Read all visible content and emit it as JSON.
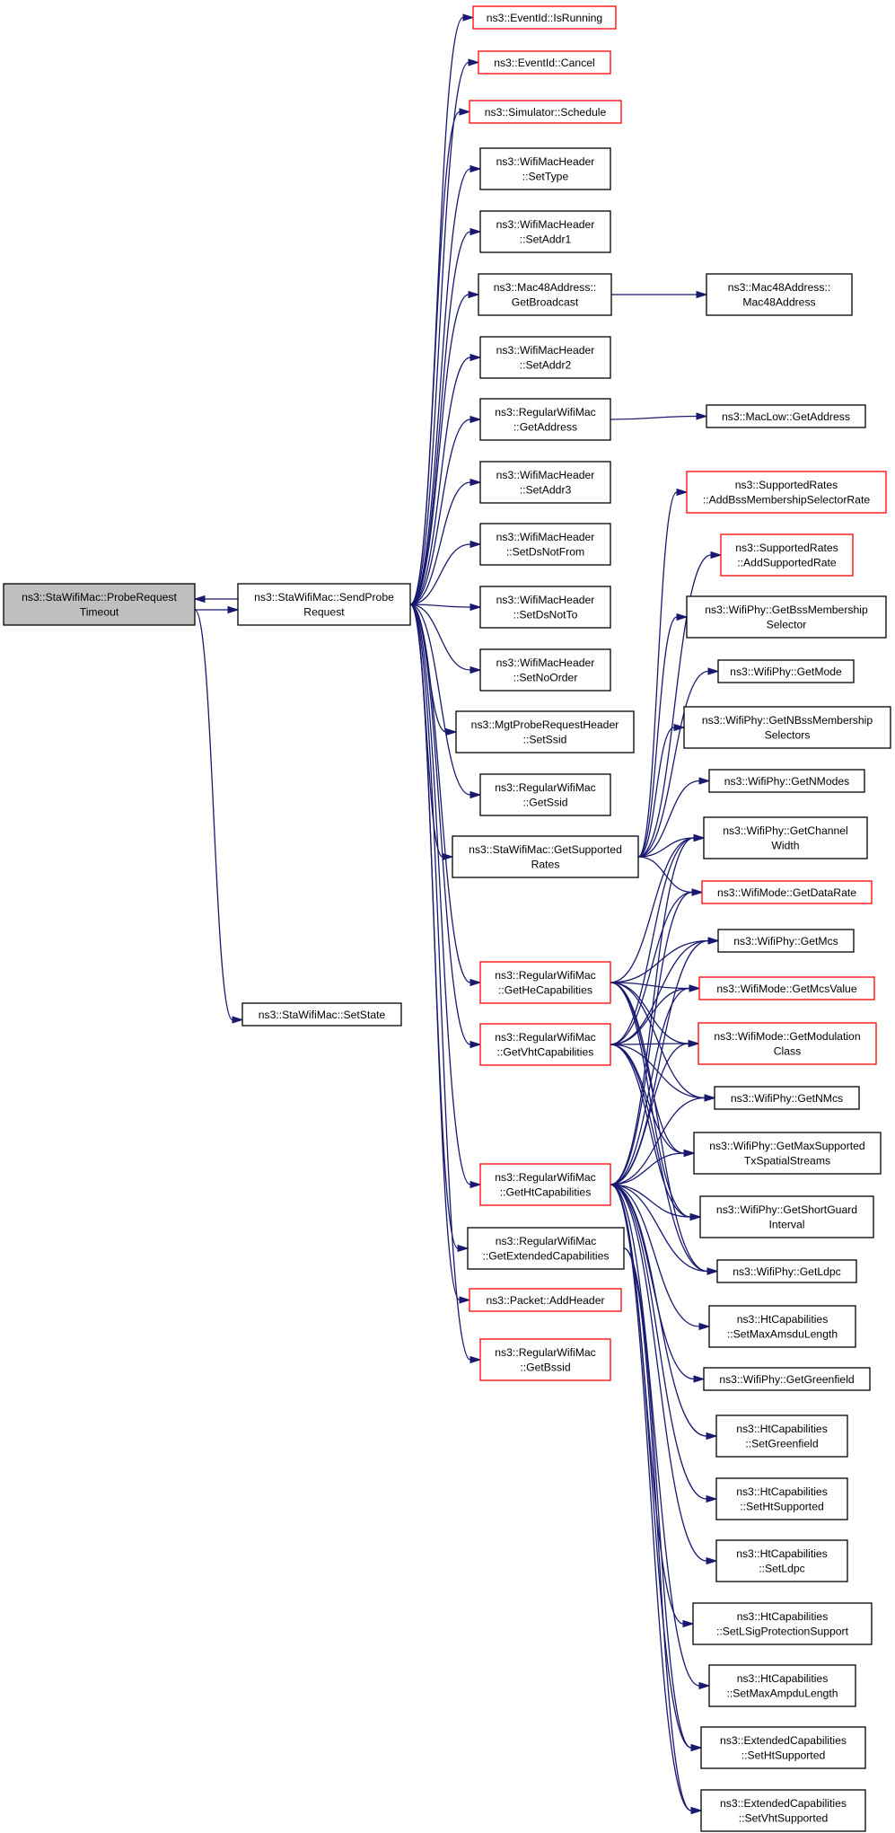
{
  "nodes": [
    {
      "id": "probeTimeout",
      "lines": [
        "ns3::StaWifiMac::ProbeRequest",
        "Timeout"
      ],
      "style": "root"
    },
    {
      "id": "sendProbe",
      "lines": [
        "ns3::StaWifiMac::SendProbe",
        "Request"
      ],
      "style": "normal"
    },
    {
      "id": "setState",
      "lines": [
        "ns3::StaWifiMac::SetState"
      ],
      "style": "normal"
    },
    {
      "id": "isRunning",
      "lines": [
        "ns3::EventId::IsRunning"
      ],
      "style": "truncated"
    },
    {
      "id": "cancel",
      "lines": [
        "ns3::EventId::Cancel"
      ],
      "style": "truncated"
    },
    {
      "id": "schedule",
      "lines": [
        "ns3::Simulator::Schedule"
      ],
      "style": "truncated"
    },
    {
      "id": "setType",
      "lines": [
        "ns3::WifiMacHeader",
        "::SetType"
      ],
      "style": "normal"
    },
    {
      "id": "setAddr1",
      "lines": [
        "ns3::WifiMacHeader",
        "::SetAddr1"
      ],
      "style": "normal"
    },
    {
      "id": "getBroadcast",
      "lines": [
        "ns3::Mac48Address::",
        "GetBroadcast"
      ],
      "style": "normal"
    },
    {
      "id": "mac48",
      "lines": [
        "ns3::Mac48Address::",
        "Mac48Address"
      ],
      "style": "normal"
    },
    {
      "id": "setAddr2",
      "lines": [
        "ns3::WifiMacHeader",
        "::SetAddr2"
      ],
      "style": "normal"
    },
    {
      "id": "getAddress",
      "lines": [
        "ns3::RegularWifiMac",
        "::GetAddress"
      ],
      "style": "normal"
    },
    {
      "id": "macLowAddr",
      "lines": [
        "ns3::MacLow::GetAddress"
      ],
      "style": "normal"
    },
    {
      "id": "setAddr3",
      "lines": [
        "ns3::WifiMacHeader",
        "::SetAddr3"
      ],
      "style": "normal"
    },
    {
      "id": "setDsNotFrom",
      "lines": [
        "ns3::WifiMacHeader",
        "::SetDsNotFrom"
      ],
      "style": "normal"
    },
    {
      "id": "setDsNotTo",
      "lines": [
        "ns3::WifiMacHeader",
        "::SetDsNotTo"
      ],
      "style": "normal"
    },
    {
      "id": "setNoOrder",
      "lines": [
        "ns3::WifiMacHeader",
        "::SetNoOrder"
      ],
      "style": "normal"
    },
    {
      "id": "mgtSetSsid",
      "lines": [
        "ns3::MgtProbeRequestHeader",
        "::SetSsid"
      ],
      "style": "normal"
    },
    {
      "id": "getSsid",
      "lines": [
        "ns3::RegularWifiMac",
        "::GetSsid"
      ],
      "style": "normal"
    },
    {
      "id": "getSupportedRates",
      "lines": [
        "ns3::StaWifiMac::GetSupported",
        "Rates"
      ],
      "style": "normal"
    },
    {
      "id": "addBssSel",
      "lines": [
        "ns3::SupportedRates",
        "::AddBssMembershipSelectorRate"
      ],
      "style": "truncated"
    },
    {
      "id": "addSupported",
      "lines": [
        "ns3::SupportedRates",
        "::AddSupportedRate"
      ],
      "style": "truncated"
    },
    {
      "id": "getBssSel",
      "lines": [
        "ns3::WifiPhy::GetBssMembership",
        "Selector"
      ],
      "style": "normal"
    },
    {
      "id": "getMode",
      "lines": [
        "ns3::WifiPhy::GetMode"
      ],
      "style": "normal"
    },
    {
      "id": "getNBss",
      "lines": [
        "ns3::WifiPhy::GetNBssMembership",
        "Selectors"
      ],
      "style": "normal"
    },
    {
      "id": "getNModes",
      "lines": [
        "ns3::WifiPhy::GetNModes"
      ],
      "style": "normal"
    },
    {
      "id": "getChannelWidth",
      "lines": [
        "ns3::WifiPhy::GetChannel",
        "Width"
      ],
      "style": "normal"
    },
    {
      "id": "getDataRate",
      "lines": [
        "ns3::WifiMode::GetDataRate"
      ],
      "style": "truncated"
    },
    {
      "id": "getHeCap",
      "lines": [
        "ns3::RegularWifiMac",
        "::GetHeCapabilities"
      ],
      "style": "truncated"
    },
    {
      "id": "getMcs",
      "lines": [
        "ns3::WifiPhy::GetMcs"
      ],
      "style": "normal"
    },
    {
      "id": "getMcsValue",
      "lines": [
        "ns3::WifiMode::GetMcsValue"
      ],
      "style": "truncated"
    },
    {
      "id": "getVhtCap",
      "lines": [
        "ns3::RegularWifiMac",
        "::GetVhtCapabilities"
      ],
      "style": "truncated"
    },
    {
      "id": "getModClass",
      "lines": [
        "ns3::WifiMode::GetModulation",
        "Class"
      ],
      "style": "truncated"
    },
    {
      "id": "getNMcs",
      "lines": [
        "ns3::WifiPhy::GetNMcs"
      ],
      "style": "normal"
    },
    {
      "id": "getMaxSS",
      "lines": [
        "ns3::WifiPhy::GetMaxSupported",
        "TxSpatialStreams"
      ],
      "style": "normal"
    },
    {
      "id": "getHtCap",
      "lines": [
        "ns3::RegularWifiMac",
        "::GetHtCapabilities"
      ],
      "style": "truncated"
    },
    {
      "id": "getSGI",
      "lines": [
        "ns3::WifiPhy::GetShortGuard",
        "Interval"
      ],
      "style": "normal"
    },
    {
      "id": "getExtCap",
      "lines": [
        "ns3::RegularWifiMac",
        "::GetExtendedCapabilities"
      ],
      "style": "normal"
    },
    {
      "id": "getLdpc",
      "lines": [
        "ns3::WifiPhy::GetLdpc"
      ],
      "style": "normal"
    },
    {
      "id": "addHeader",
      "lines": [
        "ns3::Packet::AddHeader"
      ],
      "style": "truncated"
    },
    {
      "id": "setMaxAmsdu",
      "lines": [
        "ns3::HtCapabilities",
        "::SetMaxAmsduLength"
      ],
      "style": "normal"
    },
    {
      "id": "getBssid",
      "lines": [
        "ns3::RegularWifiMac",
        "::GetBssid"
      ],
      "style": "truncated"
    },
    {
      "id": "getGreenfield",
      "lines": [
        "ns3::WifiPhy::GetGreenfield"
      ],
      "style": "normal"
    },
    {
      "id": "setGreenfield",
      "lines": [
        "ns3::HtCapabilities",
        "::SetGreenfield"
      ],
      "style": "normal"
    },
    {
      "id": "htSetHt",
      "lines": [
        "ns3::HtCapabilities",
        "::SetHtSupported"
      ],
      "style": "normal"
    },
    {
      "id": "setLdpc",
      "lines": [
        "ns3::HtCapabilities",
        "::SetLdpc"
      ],
      "style": "normal"
    },
    {
      "id": "setLSig",
      "lines": [
        "ns3::HtCapabilities",
        "::SetLSigProtectionSupport"
      ],
      "style": "normal"
    },
    {
      "id": "setMaxAmpdu",
      "lines": [
        "ns3::HtCapabilities",
        "::SetMaxAmpduLength"
      ],
      "style": "normal"
    },
    {
      "id": "extSetHt",
      "lines": [
        "ns3::ExtendedCapabilities",
        "::SetHtSupported"
      ],
      "style": "normal"
    },
    {
      "id": "extSetVht",
      "lines": [
        "ns3::ExtendedCapabilities",
        "::SetVhtSupported"
      ],
      "style": "normal"
    }
  ],
  "edges": [
    [
      "probeTimeout",
      "sendProbe"
    ],
    [
      "sendProbe",
      "probeTimeout"
    ],
    [
      "probeTimeout",
      "setState"
    ],
    [
      "sendProbe",
      "isRunning"
    ],
    [
      "sendProbe",
      "cancel"
    ],
    [
      "sendProbe",
      "schedule"
    ],
    [
      "sendProbe",
      "setType"
    ],
    [
      "sendProbe",
      "setAddr1"
    ],
    [
      "sendProbe",
      "getBroadcast"
    ],
    [
      "sendProbe",
      "setAddr2"
    ],
    [
      "sendProbe",
      "getAddress"
    ],
    [
      "sendProbe",
      "setAddr3"
    ],
    [
      "sendProbe",
      "setDsNotFrom"
    ],
    [
      "sendProbe",
      "setDsNotTo"
    ],
    [
      "sendProbe",
      "setNoOrder"
    ],
    [
      "sendProbe",
      "mgtSetSsid"
    ],
    [
      "sendProbe",
      "getSsid"
    ],
    [
      "sendProbe",
      "getSupportedRates"
    ],
    [
      "sendProbe",
      "getHeCap"
    ],
    [
      "sendProbe",
      "getVhtCap"
    ],
    [
      "sendProbe",
      "getHtCap"
    ],
    [
      "sendProbe",
      "getExtCap"
    ],
    [
      "sendProbe",
      "addHeader"
    ],
    [
      "sendProbe",
      "getBssid"
    ],
    [
      "getBroadcast",
      "mac48"
    ],
    [
      "getAddress",
      "macLowAddr"
    ],
    [
      "getSupportedRates",
      "addBssSel"
    ],
    [
      "getSupportedRates",
      "addSupported"
    ],
    [
      "getSupportedRates",
      "getBssSel"
    ],
    [
      "getSupportedRates",
      "getMode"
    ],
    [
      "getSupportedRates",
      "getNBss"
    ],
    [
      "getSupportedRates",
      "getNModes"
    ],
    [
      "getSupportedRates",
      "getChannelWidth"
    ],
    [
      "getSupportedRates",
      "getDataRate"
    ],
    [
      "getHeCap",
      "getChannelWidth"
    ],
    [
      "getHeCap",
      "getMcs"
    ],
    [
      "getHeCap",
      "getMcsValue"
    ],
    [
      "getHeCap",
      "getModClass"
    ],
    [
      "getHeCap",
      "getNMcs"
    ],
    [
      "getHeCap",
      "getMaxSS"
    ],
    [
      "getHeCap",
      "getSGI"
    ],
    [
      "getHeCap",
      "getLdpc"
    ],
    [
      "getVhtCap",
      "getChannelWidth"
    ],
    [
      "getVhtCap",
      "getDataRate"
    ],
    [
      "getVhtCap",
      "getMcs"
    ],
    [
      "getVhtCap",
      "getMcsValue"
    ],
    [
      "getVhtCap",
      "getModClass"
    ],
    [
      "getVhtCap",
      "getNMcs"
    ],
    [
      "getVhtCap",
      "getMaxSS"
    ],
    [
      "getVhtCap",
      "getSGI"
    ],
    [
      "getVhtCap",
      "getLdpc"
    ],
    [
      "getHtCap",
      "getChannelWidth"
    ],
    [
      "getHtCap",
      "getDataRate"
    ],
    [
      "getHtCap",
      "getMcs"
    ],
    [
      "getHtCap",
      "getMcsValue"
    ],
    [
      "getHtCap",
      "getModClass"
    ],
    [
      "getHtCap",
      "getNMcs"
    ],
    [
      "getHtCap",
      "getMaxSS"
    ],
    [
      "getHtCap",
      "getSGI"
    ],
    [
      "getHtCap",
      "getLdpc"
    ],
    [
      "getHtCap",
      "setMaxAmsdu"
    ],
    [
      "getHtCap",
      "getGreenfield"
    ],
    [
      "getHtCap",
      "setGreenfield"
    ],
    [
      "getHtCap",
      "htSetHt"
    ],
    [
      "getHtCap",
      "setLdpc"
    ],
    [
      "getHtCap",
      "setLSig"
    ],
    [
      "getHtCap",
      "setMaxAmpdu"
    ],
    [
      "getHtCap",
      "extSetHt"
    ],
    [
      "getHtCap",
      "extSetVht"
    ],
    [
      "getExtCap",
      "extSetHt"
    ],
    [
      "getExtCap",
      "extSetVht"
    ]
  ],
  "colors": {
    "edge": "#191970",
    "root_fill": "#bfbfbf",
    "normal_border": "#000000",
    "truncated_border": "#ff0000",
    "fill": "#ffffff"
  }
}
